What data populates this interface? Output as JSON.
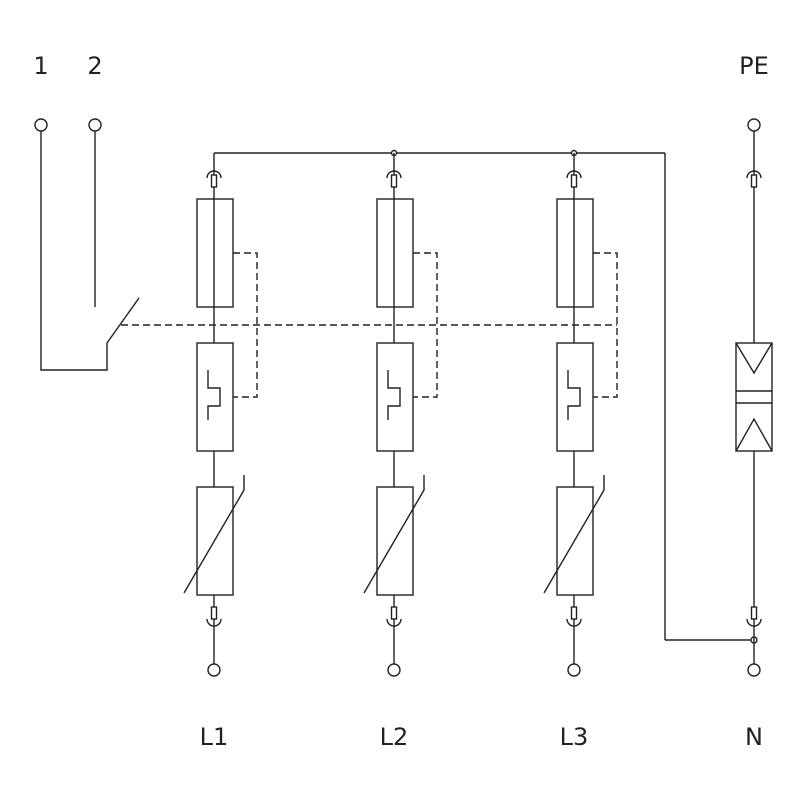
{
  "labels": {
    "terminal_1": "1",
    "terminal_2": "2",
    "terminal_pe": "PE",
    "terminal_l1": "L1",
    "terminal_l2": "L2",
    "terminal_l3": "L3",
    "terminal_n": "N"
  },
  "colors": {
    "line": "#222222",
    "background": "#ffffff"
  }
}
